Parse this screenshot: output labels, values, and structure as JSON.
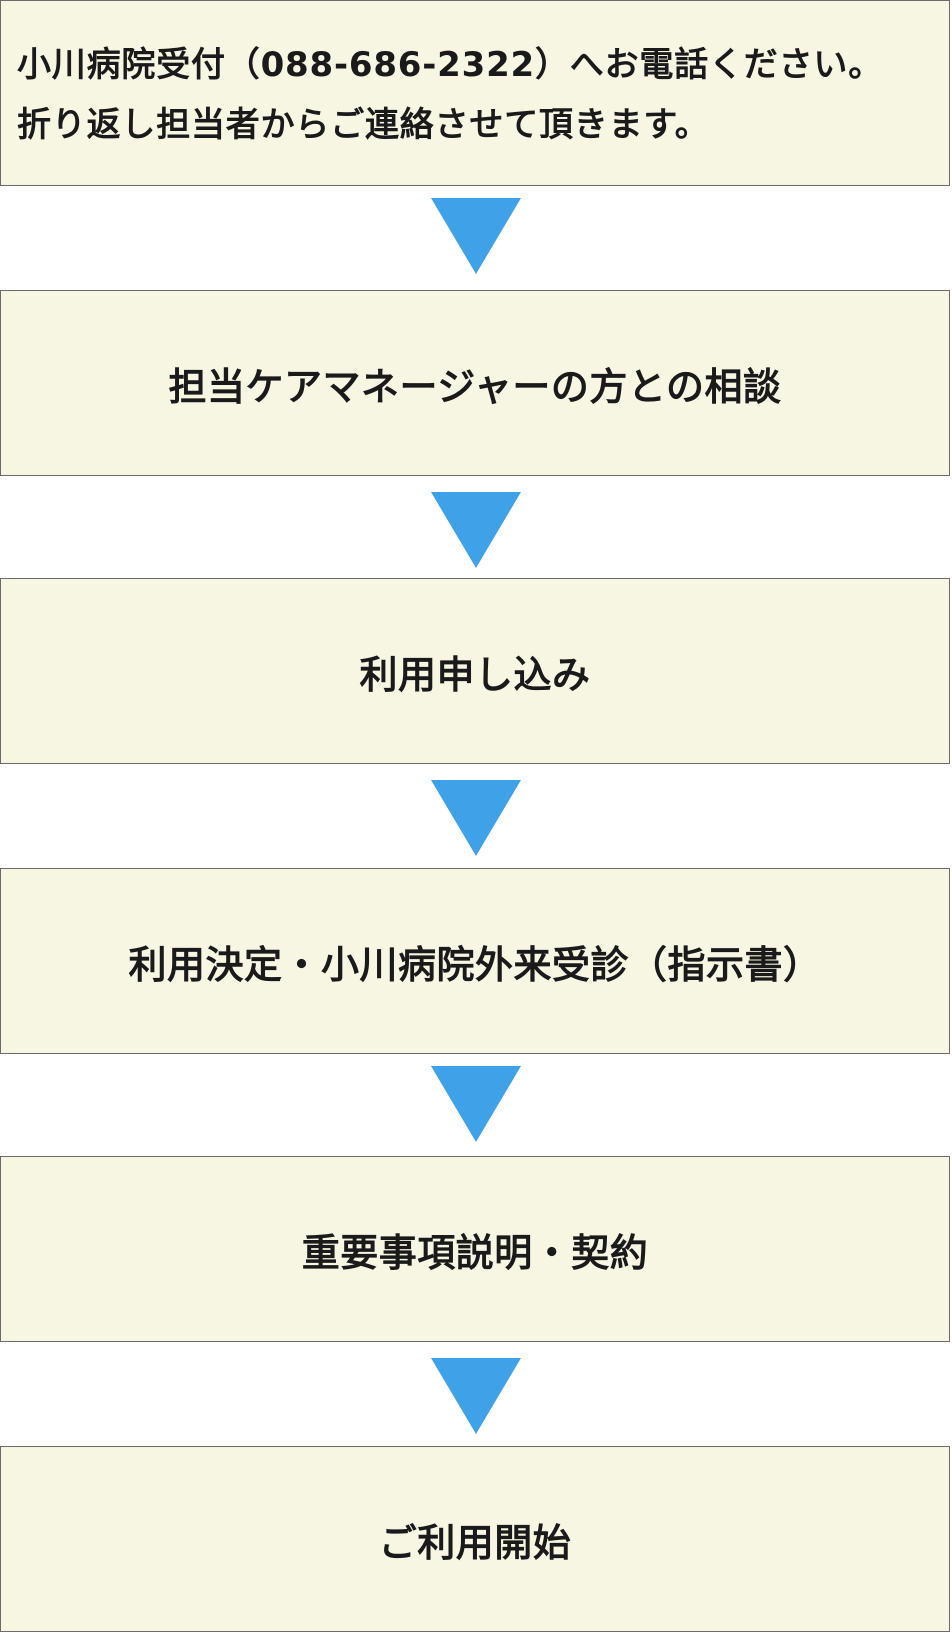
{
  "colors": {
    "box_background": "#f7f6e3",
    "box_border": "#6b6b6b",
    "arrow": "#3fa2e9"
  },
  "steps": [
    {
      "lines": [
        "小川病院受付（088-686-2322）へお電話ください。",
        "折り返し担当者からご連絡させて頂きます。"
      ]
    },
    {
      "label": "担当ケアマネージャーの方との相談"
    },
    {
      "label": "利用申し込み"
    },
    {
      "label": "利用決定・小川病院外来受診（指示書）"
    },
    {
      "label": "重要事項説明・契約"
    },
    {
      "label": "ご利用開始"
    }
  ],
  "arrow_icon": "down-triangle-icon"
}
